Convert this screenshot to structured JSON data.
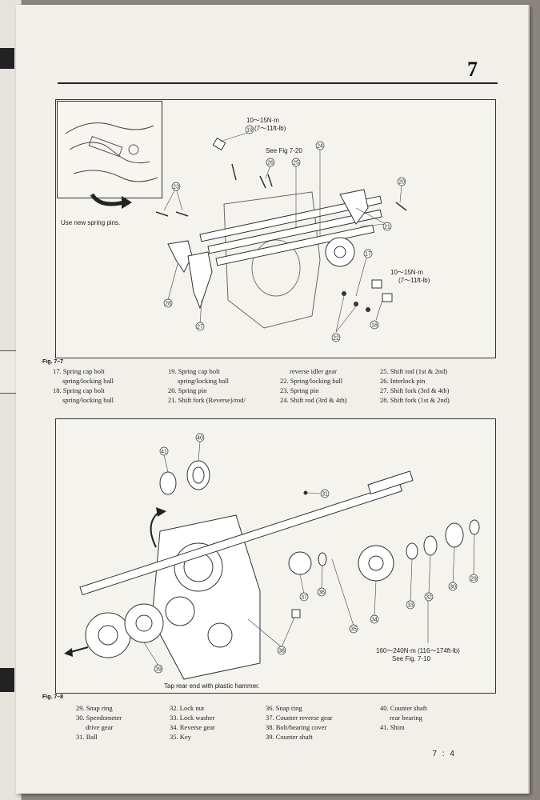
{
  "header": {
    "chapter": "7"
  },
  "figure1": {
    "label": "Fig. 7–7",
    "inset_note": "Use new spring pins.",
    "torque1": "10～15N·m",
    "torque1_alt": "(7～11ft-lb)",
    "see_ref": "See Fig 7-20",
    "torque2": "10～15N·m",
    "torque2_alt": "(7～11ft-lb)",
    "callouts": [
      "17",
      "18",
      "19",
      "20",
      "21",
      "22",
      "23",
      "24",
      "25",
      "26",
      "27",
      "28"
    ],
    "legend": {
      "col1": [
        {
          "line1": "17.  Spring cap bolt",
          "line2": "spring/locking ball"
        },
        {
          "line1": "18.  Spring cap bolt",
          "line2": "spring/locking ball"
        }
      ],
      "col2": [
        {
          "line1": "19.  Spring cap bolt",
          "line2": "spring/locking ball"
        },
        {
          "line1": "20.  Spring pin",
          "line2": ""
        },
        {
          "line1": "21.  Shift fork (Reverse)/rod/",
          "line2": ""
        }
      ],
      "col3": [
        {
          "line1": "reverse idler gear",
          "line2": ""
        },
        {
          "line1": "22.  Spring/locking ball",
          "line2": ""
        },
        {
          "line1": "23.  Spring pin",
          "line2": ""
        },
        {
          "line1": "24.  Shift rod (3rd & 4th)",
          "line2": ""
        }
      ],
      "col4": [
        {
          "line1": "25.  Shift rod (1st & 2nd)",
          "line2": ""
        },
        {
          "line1": "26.  Interlock pin",
          "line2": ""
        },
        {
          "line1": "27.  Shift fork (3rd & 4th)",
          "line2": ""
        },
        {
          "line1": "28.  Shift fork (1st & 2nd)",
          "line2": ""
        }
      ]
    }
  },
  "figure2": {
    "label": "Fig. 7–8",
    "note": "Tap rear end with plastic hammer.",
    "torque": "160～240N·m (116～174ft-lb)",
    "see_ref": "See Fig. 7-10",
    "callouts": [
      "29",
      "30",
      "31",
      "32",
      "33",
      "34",
      "35",
      "36",
      "37",
      "38",
      "39",
      "40",
      "41"
    ],
    "legend": {
      "col1": [
        {
          "line1": "29.  Snap ring",
          "line2": ""
        },
        {
          "line1": "30.  Speedometer",
          "line2": "drive gear"
        },
        {
          "line1": "31.  Ball",
          "line2": ""
        }
      ],
      "col2": [
        {
          "line1": "32.  Lock nut",
          "line2": ""
        },
        {
          "line1": "33.  Lock washer",
          "line2": ""
        },
        {
          "line1": "34.  Reverse gear",
          "line2": ""
        },
        {
          "line1": "35.  Key",
          "line2": ""
        }
      ],
      "col3": [
        {
          "line1": "36.  Snap ring",
          "line2": ""
        },
        {
          "line1": "37.  Counter reverse gear",
          "line2": ""
        },
        {
          "line1": "38.  Bolt/bearing cover",
          "line2": ""
        },
        {
          "line1": "39.  Counter shaft",
          "line2": ""
        }
      ],
      "col4": [
        {
          "line1": "40.  Counter shaft",
          "line2": "rear bearing"
        },
        {
          "line1": "41.  Shim",
          "line2": ""
        }
      ]
    }
  },
  "footer": {
    "page_number": "7 : 4"
  }
}
